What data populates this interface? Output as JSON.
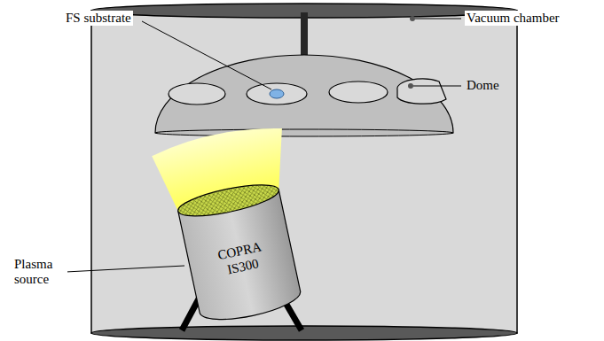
{
  "diagram": {
    "nodes": [
      {
        "text": [
          "COPRA IS300"
        ]
      }
    ],
    "labels": [
      "FS substrate",
      "Vacuum chamber",
      "Dome",
      "Plasma source"
    ]
  }
}
